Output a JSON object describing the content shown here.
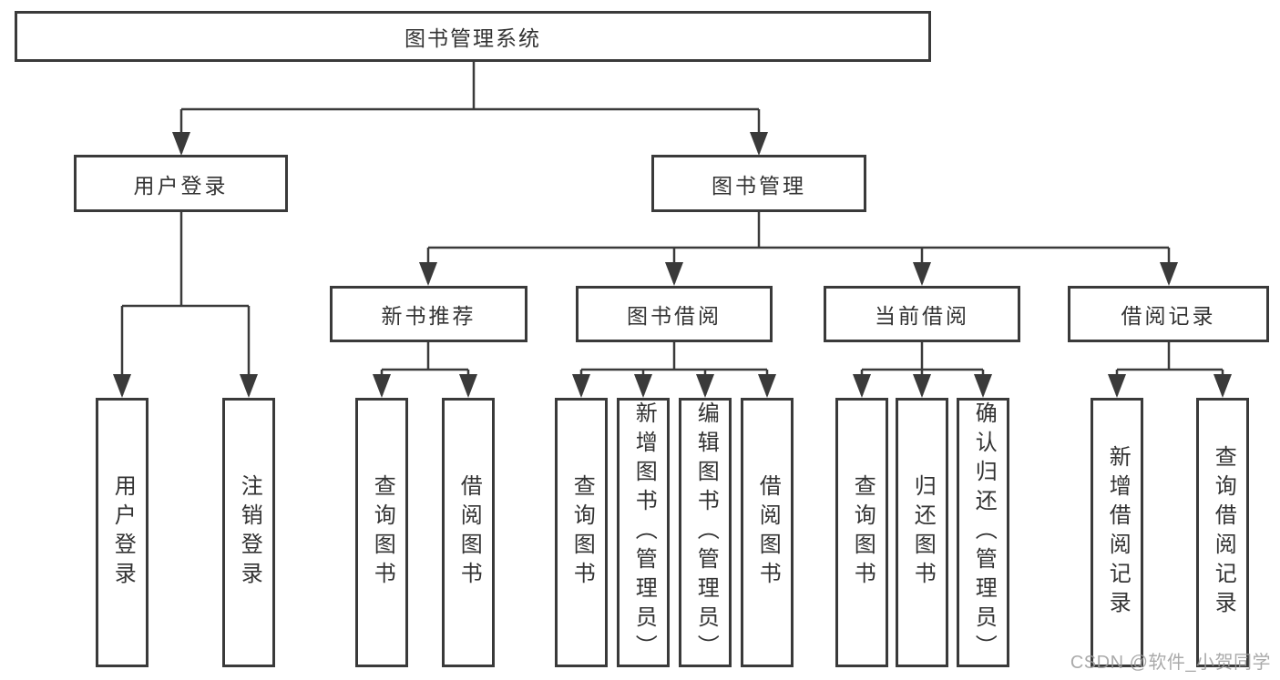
{
  "tree": {
    "root": {
      "label": "图书管理系统"
    },
    "branches": [
      {
        "label": "用户登录",
        "children": [
          {
            "label": "用户登录"
          },
          {
            "label": "注销登录"
          }
        ]
      },
      {
        "label": "图书管理",
        "children": [
          {
            "label": "新书推荐",
            "children": [
              {
                "label": "查询图书"
              },
              {
                "label": "借阅图书"
              }
            ]
          },
          {
            "label": "图书借阅",
            "children": [
              {
                "label": "查询图书"
              },
              {
                "label": "新增图书（管理员）"
              },
              {
                "label": "编辑图书（管理员）"
              },
              {
                "label": "借阅图书"
              }
            ]
          },
          {
            "label": "当前借阅",
            "children": [
              {
                "label": "查询图书"
              },
              {
                "label": "归还图书"
              },
              {
                "label": "确认归还（管理员）"
              }
            ]
          },
          {
            "label": "借阅记录",
            "children": [
              {
                "label": "新增借阅记录"
              },
              {
                "label": "查询借阅记录"
              }
            ]
          }
        ]
      }
    ]
  },
  "watermark": {
    "text": "CSDN @软件_小贺同学"
  },
  "colors": {
    "line": "#3a3a3a",
    "text": "#333333",
    "watermark": "#9b9b9b",
    "background": "#ffffff"
  }
}
